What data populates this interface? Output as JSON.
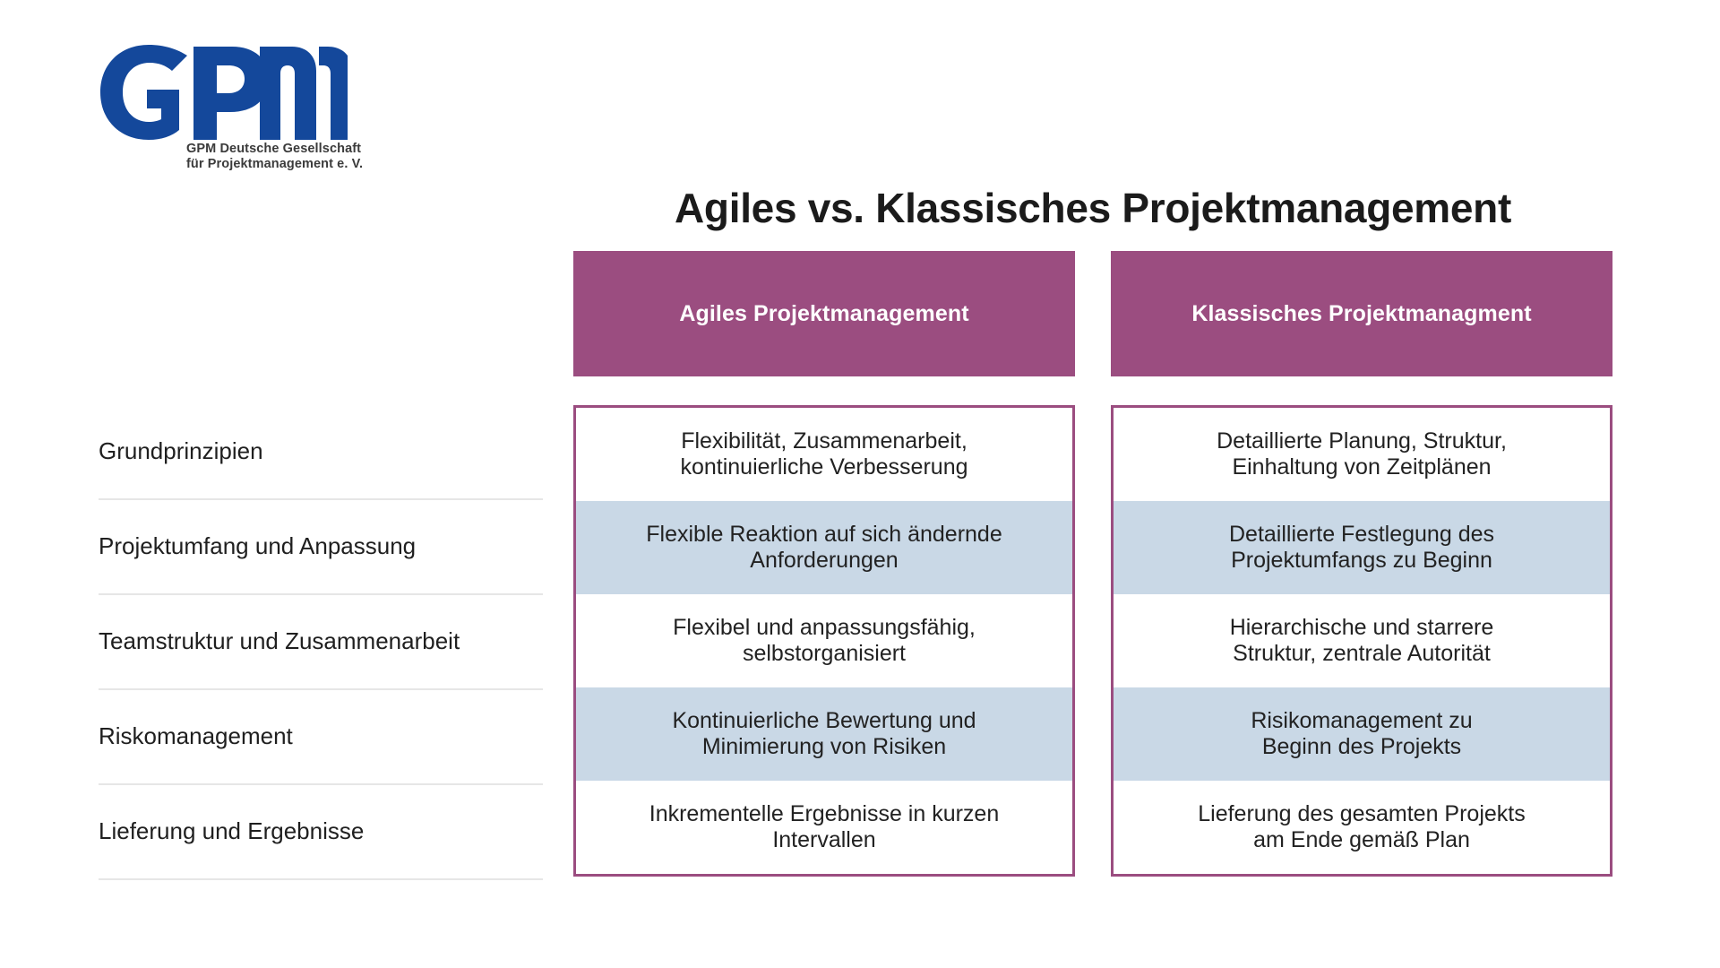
{
  "logo": {
    "wordmark": "GPM",
    "subtitle_line1": "GPM Deutsche Gesellschaft",
    "subtitle_line2": "für Projektmanagement e. V.",
    "brand_color": "#14489b"
  },
  "header": {
    "title": "Agiles vs. Klassisches Projektmanagement"
  },
  "colors": {
    "accent_purple": "#9b4d80",
    "row_alt_blue": "#c9d8e6",
    "divider_gray": "#e6e6e6",
    "text_dark": "#1f1f1f",
    "header_text": "#ffffff"
  },
  "table": {
    "columns": [
      {
        "id": "agile",
        "label": "Agiles Projektmanagement"
      },
      {
        "id": "classic",
        "label": "Klassisches Projektmanagment"
      }
    ],
    "criteria": [
      {
        "label": "Grundprinzipien"
      },
      {
        "label": "Projektumfang und Anpassung"
      },
      {
        "label": "Teamstruktur und Zusammenarbeit"
      },
      {
        "label": "Riskomanagement"
      },
      {
        "label": "Lieferung und Ergebnisse"
      }
    ],
    "agile_cells": [
      "Flexibilität, Zusammenarbeit,\nkontinuierliche Verbesserung",
      "Flexible Reaktion auf sich ändernde\nAnforderungen",
      "Flexibel und anpassungsfähig,\nselbstorganisiert",
      "Kontinuierliche Bewertung und\nMinimierung von Risiken",
      "Inkrementelle Ergebnisse in kurzen\nIntervallen"
    ],
    "classic_cells": [
      "Detaillierte Planung, Struktur,\nEinhaltung von Zeitplänen",
      "Detaillierte Festlegung des\nProjektumfangs zu Beginn",
      "Hierarchische und starrere\nStruktur, zentrale Autorität",
      "Risikomanagement zu\nBeginn des Projekts",
      "Lieferung des gesamten Projekts\nam Ende gemäß Plan"
    ]
  }
}
